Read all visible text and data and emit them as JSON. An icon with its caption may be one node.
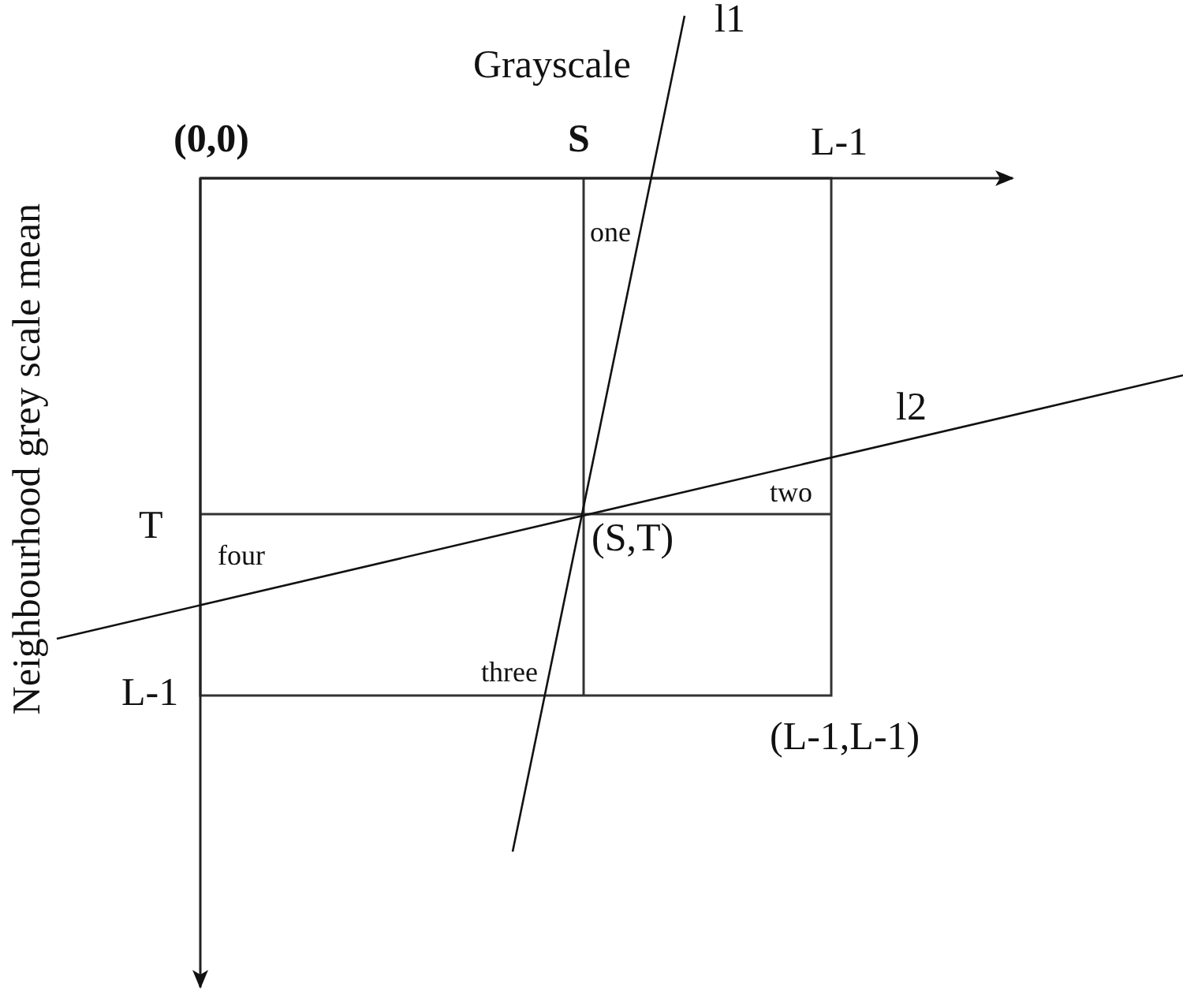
{
  "diagram": {
    "labels": [
      "l1",
      "Grayscale",
      "Neighbourhood grey scale mean",
      "(0,0)",
      "S",
      "L-1",
      "one",
      "l2",
      "two",
      "T",
      "(S,T)",
      "four",
      "L-1",
      "three",
      "(L-1,L-1)"
    ]
  }
}
